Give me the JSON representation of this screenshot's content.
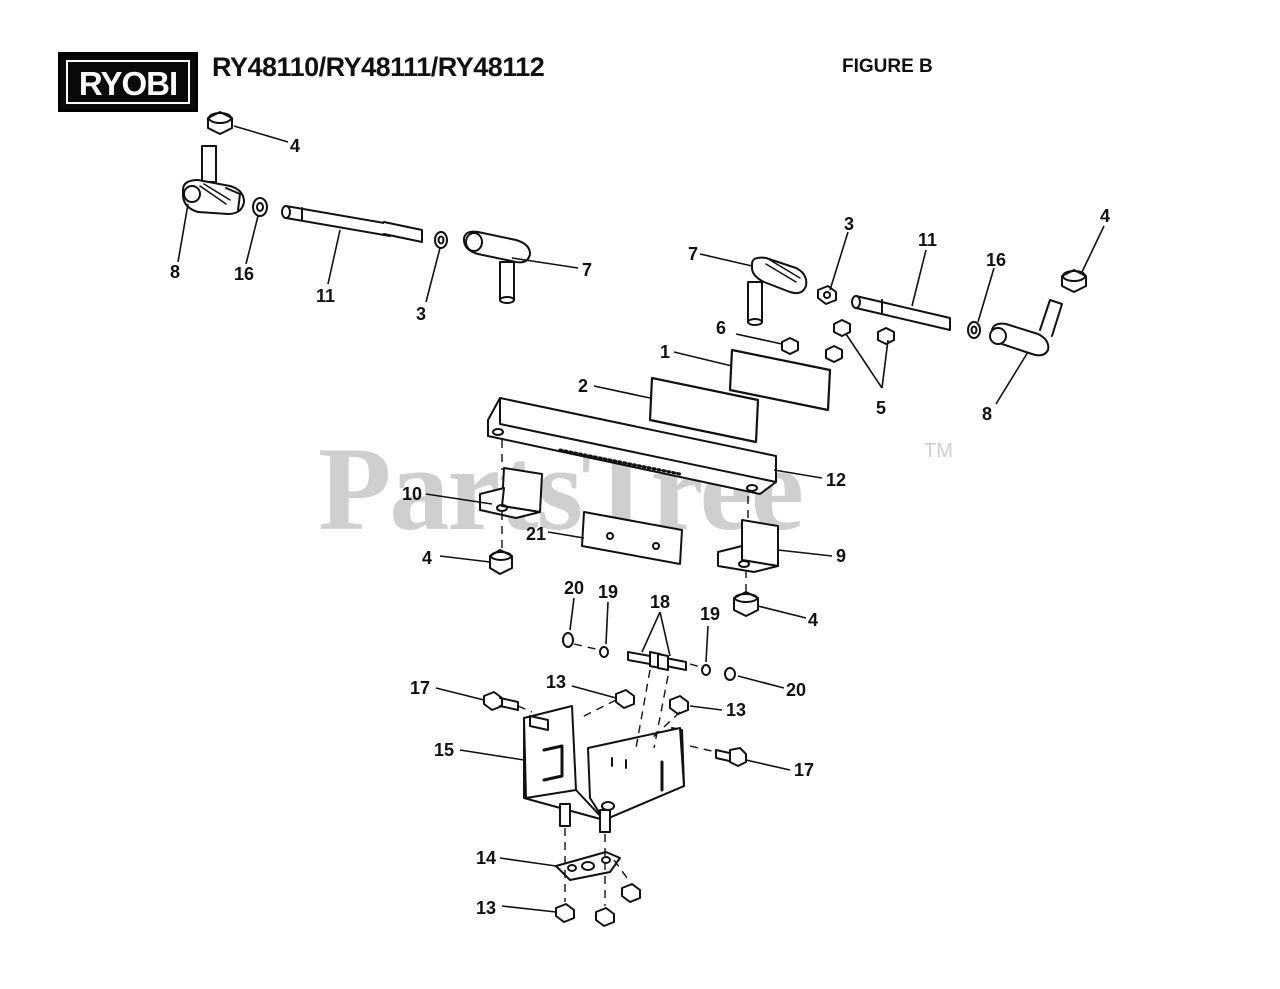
{
  "header": {
    "brand": "RYOBI",
    "model_title": "RY48110/RY48111/RY48112",
    "figure_label": "FIGURE B"
  },
  "watermark": {
    "text": "PartsTree",
    "trademark": "TM"
  },
  "callouts": [
    {
      "id": "c-4-a",
      "label": "4"
    },
    {
      "id": "c-8-a",
      "label": "8"
    },
    {
      "id": "c-16-a",
      "label": "16"
    },
    {
      "id": "c-11-a",
      "label": "11"
    },
    {
      "id": "c-3-a",
      "label": "3"
    },
    {
      "id": "c-7-a",
      "label": "7"
    },
    {
      "id": "c-7-b",
      "label": "7"
    },
    {
      "id": "c-3-b",
      "label": "3"
    },
    {
      "id": "c-11-b",
      "label": "11"
    },
    {
      "id": "c-16-b",
      "label": "16"
    },
    {
      "id": "c-4-b",
      "label": "4"
    },
    {
      "id": "c-8-b",
      "label": "8"
    },
    {
      "id": "c-6",
      "label": "6"
    },
    {
      "id": "c-1",
      "label": "1"
    },
    {
      "id": "c-2",
      "label": "2"
    },
    {
      "id": "c-5",
      "label": "5"
    },
    {
      "id": "c-12",
      "label": "12"
    },
    {
      "id": "c-10",
      "label": "10"
    },
    {
      "id": "c-21",
      "label": "21"
    },
    {
      "id": "c-9",
      "label": "9"
    },
    {
      "id": "c-4-c",
      "label": "4"
    },
    {
      "id": "c-4-d",
      "label": "4"
    },
    {
      "id": "c-20-a",
      "label": "20"
    },
    {
      "id": "c-19-a",
      "label": "19"
    },
    {
      "id": "c-18",
      "label": "18"
    },
    {
      "id": "c-19-b",
      "label": "19"
    },
    {
      "id": "c-20-b",
      "label": "20"
    },
    {
      "id": "c-17-a",
      "label": "17"
    },
    {
      "id": "c-13-a",
      "label": "13"
    },
    {
      "id": "c-13-b",
      "label": "13"
    },
    {
      "id": "c-15",
      "label": "15"
    },
    {
      "id": "c-17-b",
      "label": "17"
    },
    {
      "id": "c-14",
      "label": "14"
    },
    {
      "id": "c-13-c",
      "label": "13"
    }
  ]
}
